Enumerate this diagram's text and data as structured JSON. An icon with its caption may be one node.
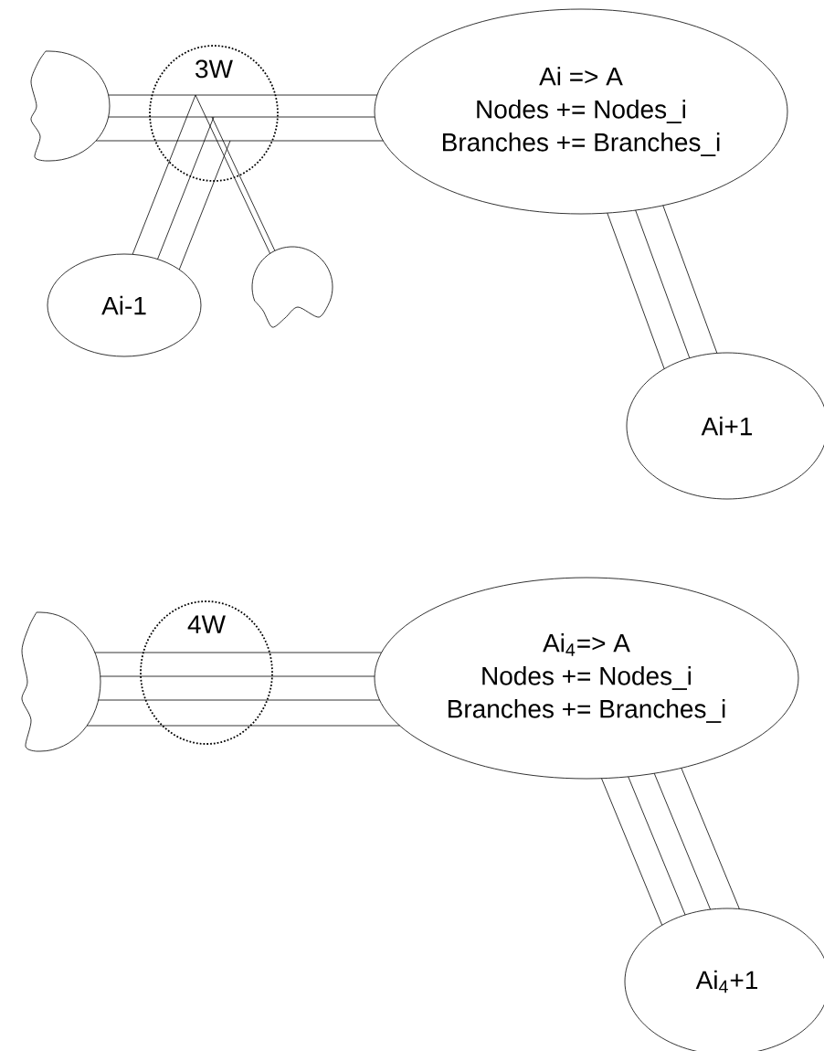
{
  "diagram": {
    "nodes": [
      {
        "text": [],
        "shape": "blob"
      },
      {
        "text": [
          "3W"
        ]
      },
      {
        "text": [
          "Ai => A",
          "Nodes += Nodes_i",
          "Branches += Branches_i"
        ]
      },
      {
        "text": [
          "Ai-1"
        ]
      },
      {
        "text": [],
        "shape": "blob"
      },
      {
        "text": [
          "Ai+1"
        ]
      },
      {
        "text": [],
        "shape": "blob"
      },
      {
        "text": [
          "4W"
        ]
      },
      {
        "text": [
          "Ai$_{4}$=> A",
          "Nodes += Nodes_i",
          "Branches += Branches_i"
        ]
      },
      {
        "text": [
          "Ai$_{4}$+1"
        ]
      }
    ],
    "edges": [
      {
        "from": 0,
        "to": 1,
        "arrow": "none"
      },
      {
        "from": 0,
        "to": 1,
        "arrow": "none"
      },
      {
        "from": 0,
        "to": 1,
        "arrow": "none"
      },
      {
        "from": 1,
        "to": 2,
        "arrow": "none"
      },
      {
        "from": 1,
        "to": 2,
        "arrow": "none"
      },
      {
        "from": 1,
        "to": 2,
        "arrow": "none"
      },
      {
        "from": 2,
        "to": 5,
        "arrow": "none"
      },
      {
        "from": 2,
        "to": 5,
        "arrow": "none"
      },
      {
        "from": 2,
        "to": 5,
        "arrow": "none"
      },
      {
        "from": 3,
        "to": 1,
        "arrow": "none"
      },
      {
        "from": 3,
        "to": 1,
        "arrow": "none"
      },
      {
        "from": 3,
        "to": 1,
        "arrow": "none"
      },
      {
        "from": 4,
        "to": 1,
        "arrow": "none"
      },
      {
        "from": 4,
        "to": 1,
        "arrow": "none"
      },
      {
        "from": 6,
        "to": 7,
        "arrow": "none"
      },
      {
        "from": 6,
        "to": 7,
        "arrow": "none"
      },
      {
        "from": 6,
        "to": 7,
        "arrow": "none"
      },
      {
        "from": 6,
        "to": 7,
        "arrow": "none"
      },
      {
        "from": 7,
        "to": 8,
        "arrow": "none"
      },
      {
        "from": 7,
        "to": 8,
        "arrow": "none"
      },
      {
        "from": 7,
        "to": 8,
        "arrow": "none"
      },
      {
        "from": 7,
        "to": 8,
        "arrow": "none"
      },
      {
        "from": 8,
        "to": 9,
        "arrow": "none"
      },
      {
        "from": 8,
        "to": 9,
        "arrow": "none"
      },
      {
        "from": 8,
        "to": 9,
        "arrow": "none"
      },
      {
        "from": 8,
        "to": 9,
        "arrow": "none"
      }
    ]
  }
}
